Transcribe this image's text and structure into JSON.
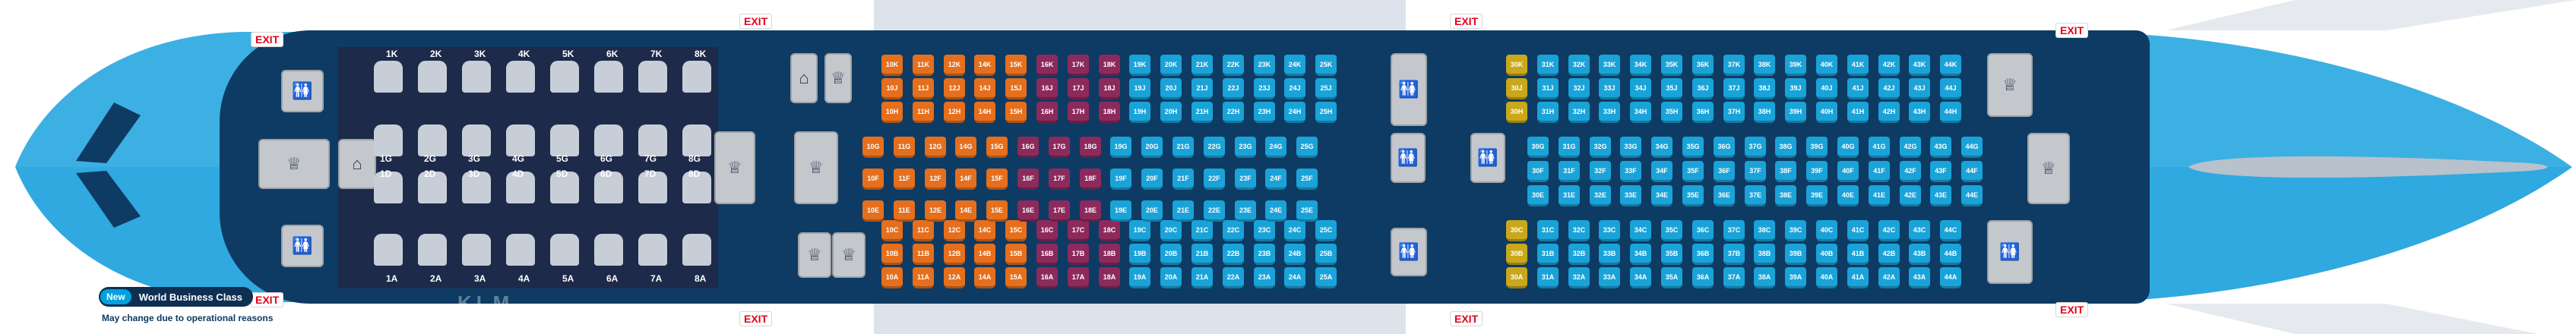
{
  "exit_label": "EXIT",
  "legend": {
    "badge": "New",
    "label": "World Business Class"
  },
  "note": "May change due to operational reasons",
  "airline_logo_text": "KLM",
  "colors": {
    "fuselage": "#2fa9e0",
    "cabin": "#0e3b63",
    "business_area": "#1e2a4a",
    "economy": "#1aa3d8",
    "economy_comfort": "#e56f1d",
    "comfort_plus": "#8d2a5c",
    "forward_zone": "#c9a81b",
    "exit": "#e2001a"
  },
  "business": {
    "rows": [
      1,
      2,
      3,
      4,
      5,
      6,
      7,
      8
    ],
    "letters_outer_top": "K",
    "letters_center_upper": "G",
    "letters_center_lower": "D",
    "letters_outer_bottom": "A"
  },
  "economy_rows_front": [
    10,
    11,
    12,
    14,
    15,
    16,
    17,
    18,
    19,
    20,
    21,
    22,
    23,
    24,
    25
  ],
  "economy_rows_rear": [
    30,
    31,
    32,
    33,
    34,
    35,
    36,
    37,
    38,
    39,
    40,
    41,
    42,
    43,
    44
  ],
  "seat_zone_front": {
    "10": "comfort",
    "11": "comfort",
    "12": "comfort",
    "14": "comfort",
    "15": "comfort",
    "16": "plus",
    "17": "plus",
    "18": "plus"
  },
  "seat_zone_rear": {
    "30": "forward"
  }
}
